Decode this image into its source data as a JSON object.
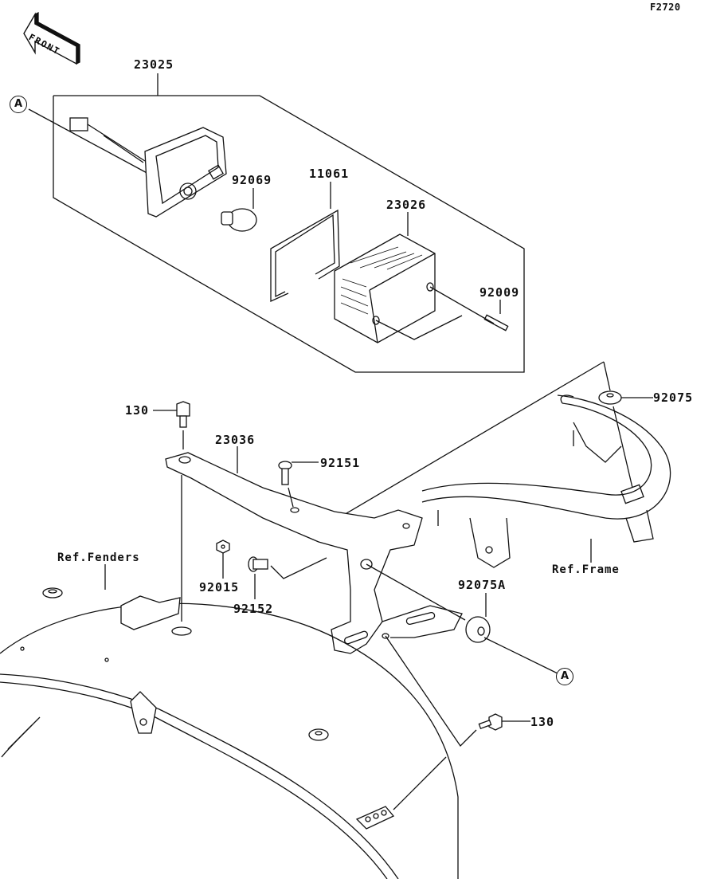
{
  "sheet_id": "F2720",
  "front_arrow": "FRONT",
  "callout_letter": "A",
  "parts": {
    "p23025": "23025",
    "p92069": "92069",
    "p11061": "11061",
    "p23026": "23026",
    "p92009": "92009",
    "p130_top": "130",
    "p23036": "23036",
    "p92151": "92151",
    "p92075": "92075",
    "p92015": "92015",
    "p92152": "92152",
    "p92075A": "92075A",
    "p130_bottom": "130"
  },
  "references": {
    "fenders": "Ref.Fenders",
    "frame": "Ref.Frame"
  }
}
